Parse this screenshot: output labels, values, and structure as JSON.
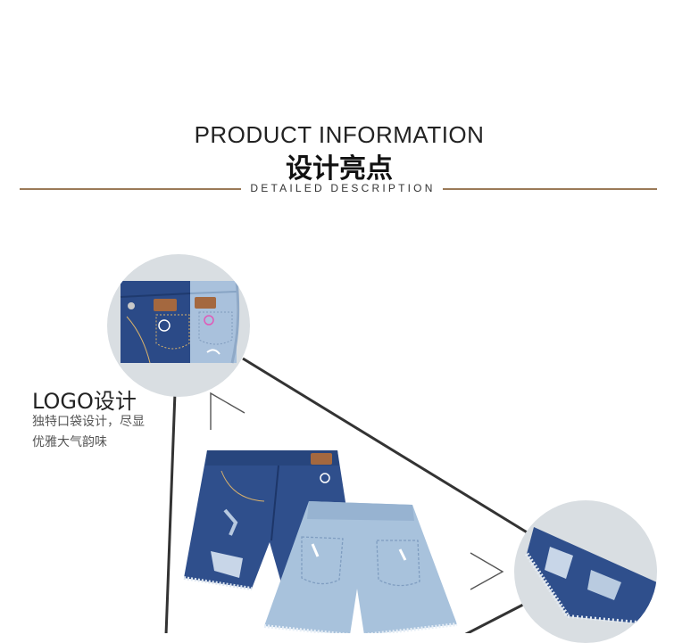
{
  "header": {
    "title_en": "PRODUCT INFORMATION",
    "title_cn": "设计亮点",
    "subtitle": "DETAILED DESCRIPTION"
  },
  "feature": {
    "title": "LOGO设计",
    "desc_line1": "独特口袋设计，尽显",
    "desc_line2": "优雅大气韵味"
  },
  "colors": {
    "accent_rule": "#9b7a58",
    "circle_bg": "#d9dee2",
    "dark_denim": "#2d4a86",
    "light_denim": "#aac3dd",
    "leather_patch": "#a4683f"
  }
}
